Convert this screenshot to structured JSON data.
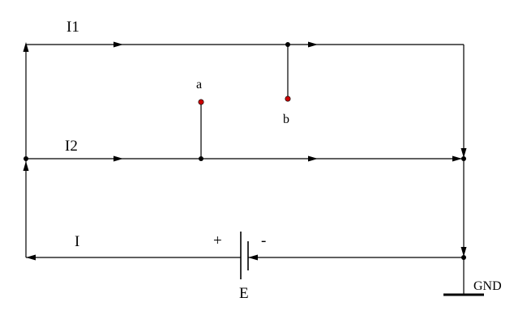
{
  "labels": {
    "current_top": "I1",
    "current_middle": "I2",
    "current_bottom": "I",
    "point_a": "a",
    "point_b": "b",
    "battery_plus": "+",
    "battery_minus": "-",
    "battery_name": "E",
    "ground": "GND"
  },
  "colors": {
    "wire": "#000000",
    "test_point": "#cc0000"
  }
}
